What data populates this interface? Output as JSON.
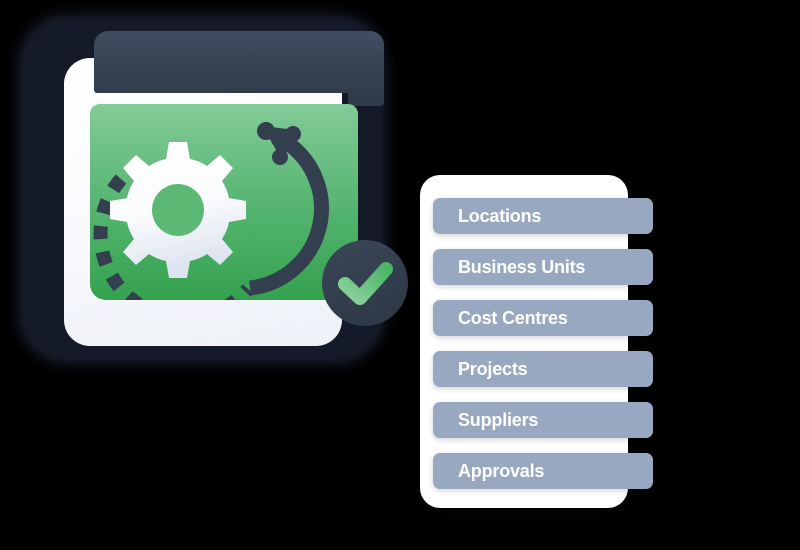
{
  "illustration": {
    "name": "system-configuration-illustration",
    "window": {
      "titlebar_label": "",
      "viewport_icon": "gear-refresh-icon",
      "status_icon": "check-circle-icon"
    },
    "colors": {
      "accent_green_light": "#83cb98",
      "accent_green_dark": "#34a24e",
      "chrome_dark": "#374354",
      "shadow_navy": "#151a28",
      "pill_slate": "#98a8c0",
      "card_white": "#ffffff",
      "check_badge": "#333f4e",
      "check_mark_light": "#8ed29e",
      "check_mark_dark": "#4cb567"
    }
  },
  "list_panel": {
    "name": "configuration-list",
    "items": [
      {
        "label": "Locations"
      },
      {
        "label": "Business Units"
      },
      {
        "label": "Cost Centres"
      },
      {
        "label": "Projects"
      },
      {
        "label": "Suppliers"
      },
      {
        "label": "Approvals"
      }
    ]
  }
}
